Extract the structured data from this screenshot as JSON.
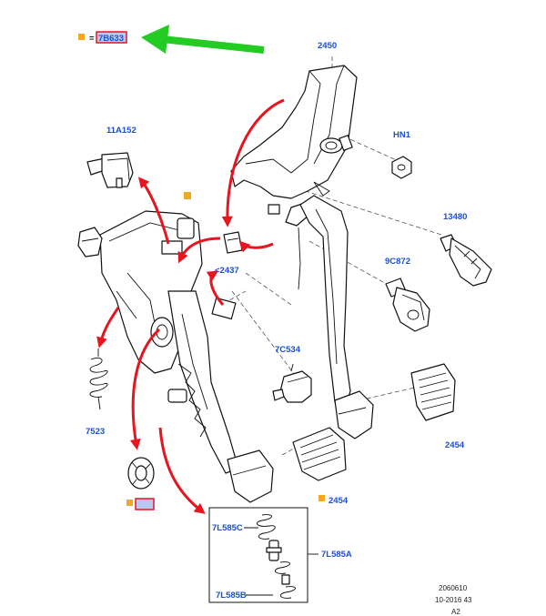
{
  "header": {
    "legend_equals": "=",
    "legend_code": "7B633"
  },
  "colors": {
    "marker": "#f5a623",
    "label": "#1a4fd6",
    "arrow_red": "#e8141e",
    "arrow_green": "#22cc22",
    "highlight_border": "#e8141e",
    "highlight_fill": "#b8c8f0"
  },
  "labels": {
    "p2450": "2450",
    "p11a152": "11A152",
    "pHN1": "HN1",
    "p13480": "13480",
    "p9c872": "9C872",
    "p2437": "<2437",
    "p7c534": "7C534",
    "p7523": "7523",
    "p2454a": "2454",
    "p2454b": "2454",
    "p7l585c": "7L585C",
    "p7l585a": "7L585A",
    "p7l585b": "7L585B"
  },
  "footer": {
    "ref": "2060610",
    "date": "10-2016 43",
    "sheet": "A2"
  }
}
